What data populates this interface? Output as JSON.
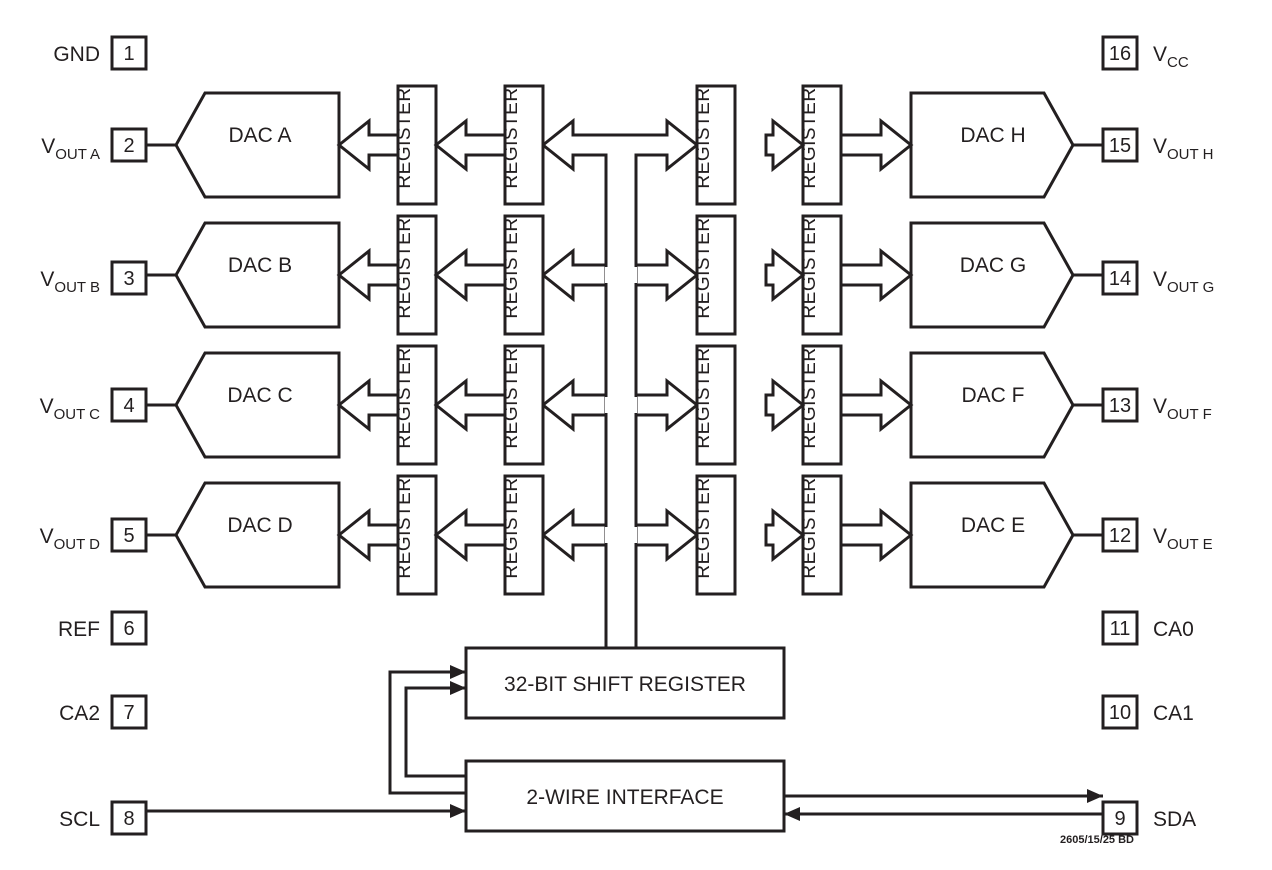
{
  "pins_left": [
    {
      "number": "1",
      "label": "GND",
      "sub": ""
    },
    {
      "number": "2",
      "label": "V",
      "sub": "OUT A"
    },
    {
      "number": "3",
      "label": "V",
      "sub": "OUT B"
    },
    {
      "number": "4",
      "label": "V",
      "sub": "OUT C"
    },
    {
      "number": "5",
      "label": "V",
      "sub": "OUT D"
    },
    {
      "number": "6",
      "label": "REF",
      "sub": ""
    },
    {
      "number": "7",
      "label": "CA2",
      "sub": ""
    },
    {
      "number": "8",
      "label": "SCL",
      "sub": ""
    }
  ],
  "pins_right": [
    {
      "number": "16",
      "label": "V",
      "sub": "CC"
    },
    {
      "number": "15",
      "label": "V",
      "sub": "OUT H"
    },
    {
      "number": "14",
      "label": "V",
      "sub": "OUT G"
    },
    {
      "number": "13",
      "label": "V",
      "sub": "OUT F"
    },
    {
      "number": "12",
      "label": "V",
      "sub": "OUT E"
    },
    {
      "number": "11",
      "label": "CA0",
      "sub": ""
    },
    {
      "number": "10",
      "label": "CA1",
      "sub": ""
    },
    {
      "number": "9",
      "label": "SDA",
      "sub": ""
    }
  ],
  "dacs_left": [
    "DAC A",
    "DAC B",
    "DAC C",
    "DAC D"
  ],
  "dacs_right": [
    "DAC H",
    "DAC G",
    "DAC F",
    "DAC E"
  ],
  "register_label": "REGISTER",
  "shift_register_label": "32-BIT SHIFT REGISTER",
  "interface_label": "2-WIRE INTERFACE",
  "doc_code": "2605/15/25 BD"
}
